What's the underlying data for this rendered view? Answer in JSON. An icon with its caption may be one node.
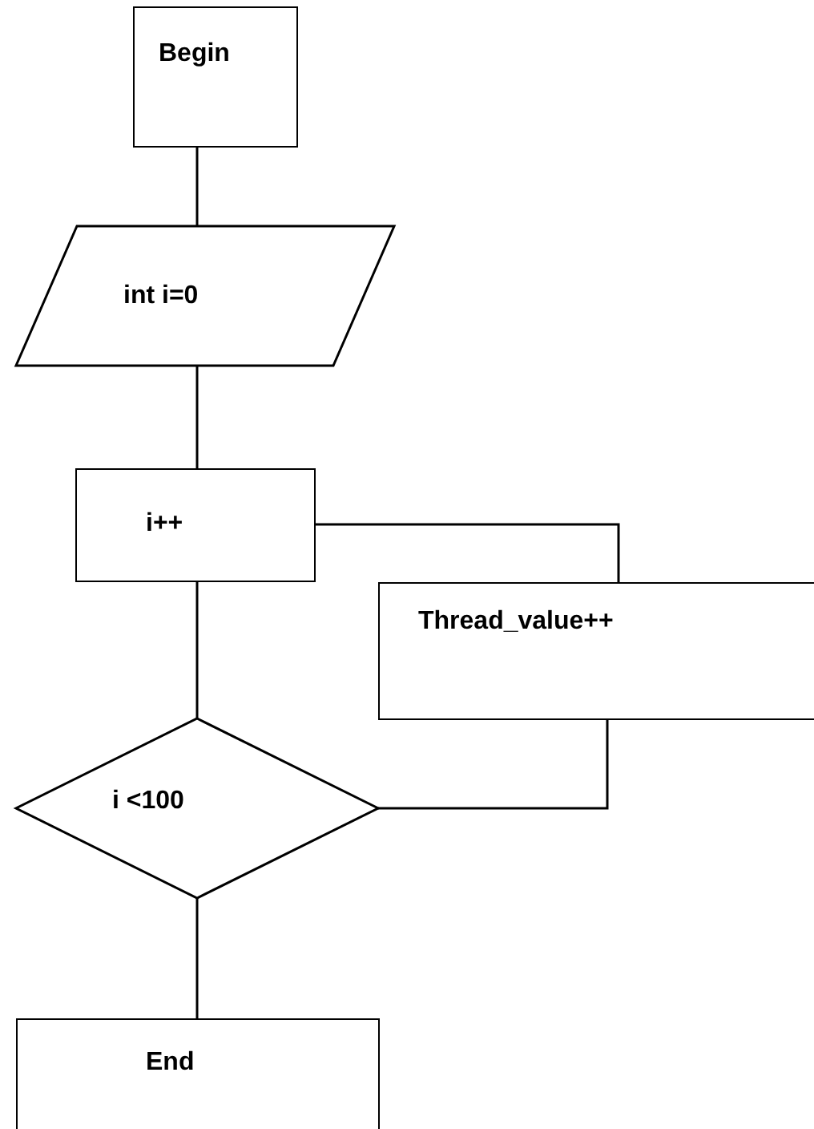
{
  "diagram": {
    "nodes": [
      {
        "text": [
          "Begin"
        ]
      },
      {
        "text": [
          "int i=0"
        ]
      },
      {
        "text": [
          "i++"
        ]
      },
      {
        "text": [
          "Thread_value++"
        ]
      },
      {
        "text": [
          "i <100"
        ]
      },
      {
        "text": [
          "End"
        ]
      }
    ],
    "edges": [
      {
        "from": 0,
        "to": 1,
        "arrow": "none"
      },
      {
        "from": 1,
        "to": 2,
        "arrow": "none"
      },
      {
        "from": 2,
        "to": 3,
        "arrow": "none"
      },
      {
        "from": 2,
        "to": 4,
        "arrow": "none"
      },
      {
        "from": 3,
        "to": 4,
        "arrow": "none"
      },
      {
        "from": 4,
        "to": 5,
        "arrow": "none"
      }
    ]
  }
}
